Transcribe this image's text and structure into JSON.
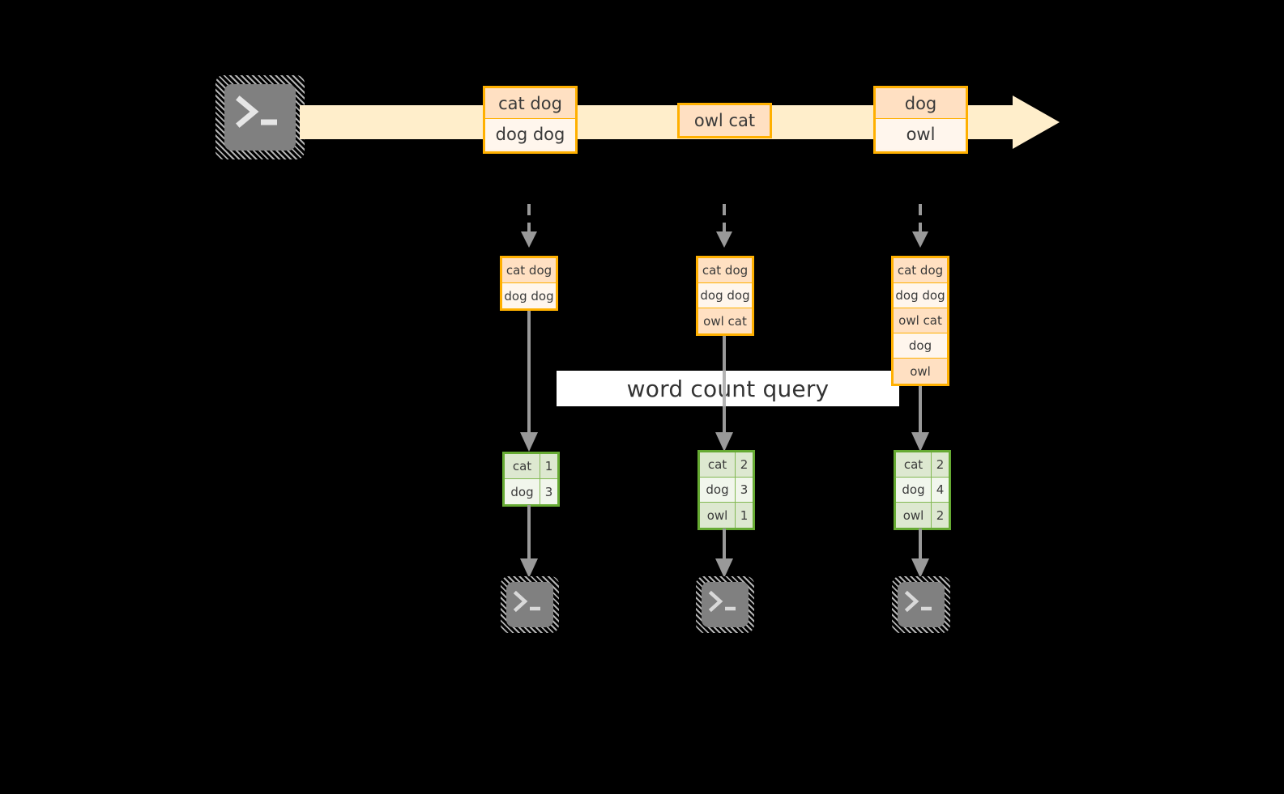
{
  "diagram": {
    "title_label": "word count query",
    "background_color": "#000000",
    "colors": {
      "record_border": "#ffb000",
      "record_fill_dark": "#ffe0c2",
      "record_fill_light": "#fff6ed",
      "stream_arrow": "#ffeecb",
      "table_border": "#66aa33",
      "table_fill_dark": "#dde8d0",
      "table_fill_light": "#f1f6ec",
      "connector": "#999999",
      "terminal_face": "#808080"
    },
    "source": {
      "icon": "terminal-icon",
      "glyph_prompt": ">",
      "glyph_cursor": "_"
    },
    "stream": {
      "arrow_icon": "right-block-arrow-icon",
      "records": [
        {
          "lines": [
            "cat dog",
            "dog dog"
          ]
        },
        {
          "lines": [
            "owl cat"
          ]
        },
        {
          "lines": [
            "dog",
            "owl"
          ]
        }
      ]
    },
    "snapshots": [
      {
        "lines": [
          "cat dog",
          "dog dog"
        ]
      },
      {
        "lines": [
          "cat dog",
          "dog dog",
          "owl cat"
        ]
      },
      {
        "lines": [
          "cat dog",
          "dog dog",
          "owl cat",
          "dog",
          "owl"
        ]
      }
    ],
    "results": [
      {
        "rows": [
          {
            "word": "cat",
            "count": "1"
          },
          {
            "word": "dog",
            "count": "3"
          }
        ]
      },
      {
        "rows": [
          {
            "word": "cat",
            "count": "2"
          },
          {
            "word": "dog",
            "count": "3"
          },
          {
            "word": "owl",
            "count": "1"
          }
        ]
      },
      {
        "rows": [
          {
            "word": "cat",
            "count": "2"
          },
          {
            "word": "dog",
            "count": "4"
          },
          {
            "word": "owl",
            "count": "2"
          }
        ]
      }
    ],
    "sinks": [
      {
        "icon": "terminal-icon",
        "glyph_prompt": ">",
        "glyph_cursor": "_"
      },
      {
        "icon": "terminal-icon",
        "glyph_prompt": ">",
        "glyph_cursor": "_"
      },
      {
        "icon": "terminal-icon",
        "glyph_prompt": ">",
        "glyph_cursor": "_"
      }
    ],
    "connectors": {
      "stream_to_snapshot_icon": "dashed-down-arrow-icon",
      "snapshot_to_result_icon": "down-arrow-icon",
      "result_to_sink_icon": "down-arrow-icon"
    }
  }
}
